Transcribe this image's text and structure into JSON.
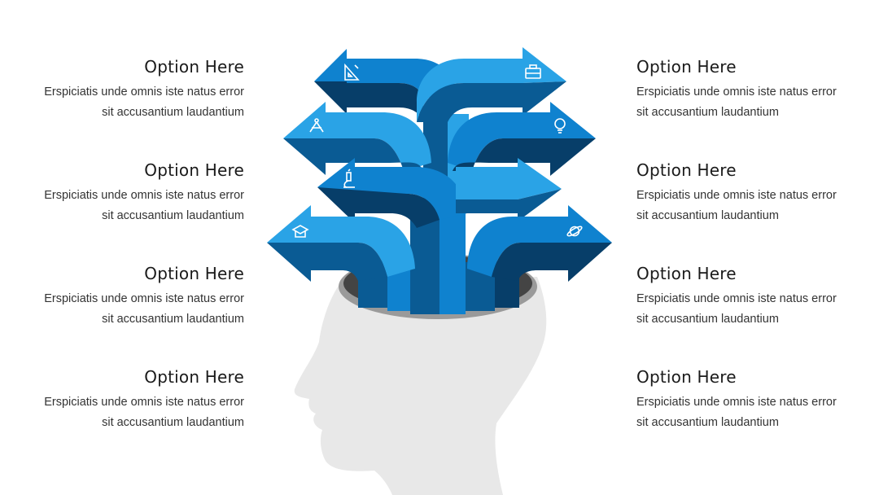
{
  "colors": {
    "head": "#e8e8e8",
    "arrow_light": "#2aa3e6",
    "arrow_mid": "#0f82cf",
    "arrow_dark": "#0a5b94",
    "arrow_darker": "#073e69",
    "hole_rim": "#9a9a9a",
    "hole_inside": "#444444"
  },
  "options": {
    "left": [
      {
        "title": "Option Here",
        "line1": "Erspiciatis unde omnis iste natus error",
        "line2": "sit accusantium laudantium"
      },
      {
        "title": "Option Here",
        "line1": "Erspiciatis unde omnis iste natus error",
        "line2": "sit accusantium laudantium"
      },
      {
        "title": "Option Here",
        "line1": "Erspiciatis unde omnis iste natus error",
        "line2": "sit accusantium laudantium"
      },
      {
        "title": "Option Here",
        "line1": "Erspiciatis unde omnis iste natus error",
        "line2": "sit accusantium laudantium"
      }
    ],
    "right": [
      {
        "title": "Option Here",
        "line1": "Erspiciatis unde omnis iste natus error",
        "line2": "sit accusantium laudantium"
      },
      {
        "title": "Option Here",
        "line1": "Erspiciatis unde omnis iste natus error",
        "line2": "sit accusantium laudantium"
      },
      {
        "title": "Option Here",
        "line1": "Erspiciatis unde omnis iste natus error",
        "line2": "sit accusantium laudantium"
      },
      {
        "title": "Option Here",
        "line1": "Erspiciatis unde omnis iste natus error",
        "line2": "sit accusantium laudantium"
      }
    ]
  },
  "icons": [
    "ruler-triangle-icon",
    "briefcase-icon",
    "compass-icon",
    "lightbulb-icon",
    "microscope-icon",
    "graduation-icon",
    "planet-icon"
  ]
}
